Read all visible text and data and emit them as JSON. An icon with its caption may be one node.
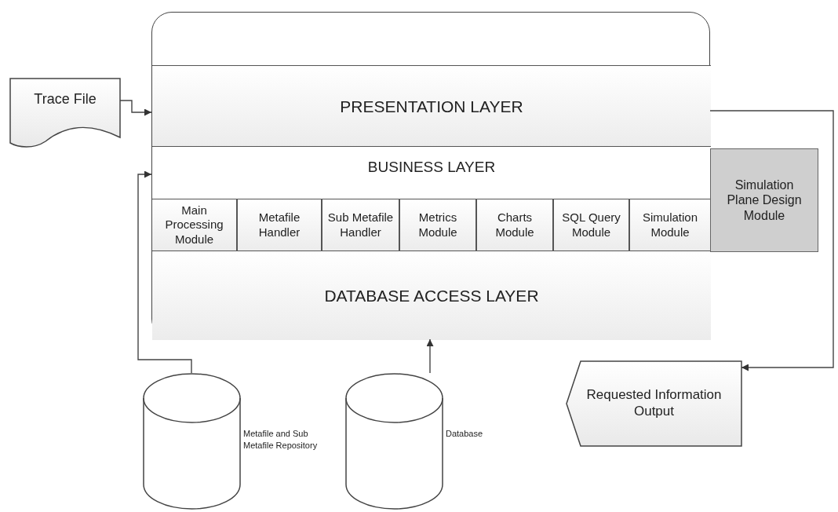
{
  "diagram": {
    "nodes": [
      {
        "text": [],
        "shape": "box"
      },
      {
        "text": [
          "PRESENTATION LAYER"
        ],
        "in": 0
      },
      {
        "text": [
          "BUSINESS LAYER"
        ],
        "in": 0
      },
      {
        "text": [
          "Main Processing Module"
        ],
        "in": 2
      },
      {
        "text": [
          "Metafile Handler"
        ],
        "in": 2
      },
      {
        "text": [
          "Sub Metafile Handler"
        ],
        "in": 2
      },
      {
        "text": [
          "Metrics Module"
        ],
        "in": 2
      },
      {
        "text": [
          "Charts Module"
        ],
        "in": 2
      },
      {
        "text": [
          "SQL Query Module"
        ],
        "in": 2
      },
      {
        "text": [
          "Simulation Module"
        ],
        "in": 2
      },
      {
        "text": [
          "DATABASE ACCESS LAYER"
        ],
        "in": 0
      },
      {
        "text": [
          "Simulation Plane Design Module"
        ]
      },
      {
        "text": [
          "Trace File"
        ]
      },
      {
        "text": [],
        "shape": "cylinder",
        "beside": [
          "Metafile and Sub Metafile Repository"
        ]
      },
      {
        "text": [],
        "shape": "cylinder",
        "beside": [
          "Database"
        ]
      },
      {
        "text": [
          "Requested Information Output"
        ]
      }
    ],
    "edges": [
      {
        "from": 12,
        "to": 1,
        "arrow": "to"
      },
      {
        "from": 13,
        "to": 2,
        "arrow": "to"
      },
      {
        "from": 14,
        "to": 10,
        "arrow": "to"
      },
      {
        "from": 1,
        "to": 15,
        "arrow": "to"
      }
    ]
  }
}
